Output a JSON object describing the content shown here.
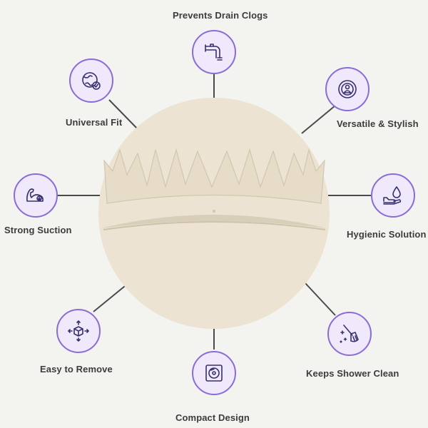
{
  "features": {
    "prevents_drain_clogs": {
      "label": "Prevents Drain Clogs",
      "icon": "pipe-icon"
    },
    "universal_fit": {
      "label": "Universal Fit",
      "icon": "globe-check-icon"
    },
    "versatile_stylish": {
      "label": "Versatile & Stylish",
      "icon": "person-target-icon"
    },
    "strong_suction": {
      "label": "Strong Suction",
      "icon": "flexed-arm-icon"
    },
    "hygienic_solution": {
      "label": "Hygienic Solution",
      "icon": "drop-hand-icon"
    },
    "easy_to_remove": {
      "label": "Easy to Remove",
      "icon": "cube-arrows-icon"
    },
    "keeps_shower_clean": {
      "label": "Keeps Shower Clean",
      "icon": "broom-sparkle-icon"
    },
    "compact_design": {
      "label": "Compact Design",
      "icon": "disc-box-icon"
    }
  },
  "colors": {
    "background": "#f3f3ef",
    "circle_fill": "#efe9fb",
    "circle_border": "#8a6cd6",
    "product": "#ece3d2"
  }
}
